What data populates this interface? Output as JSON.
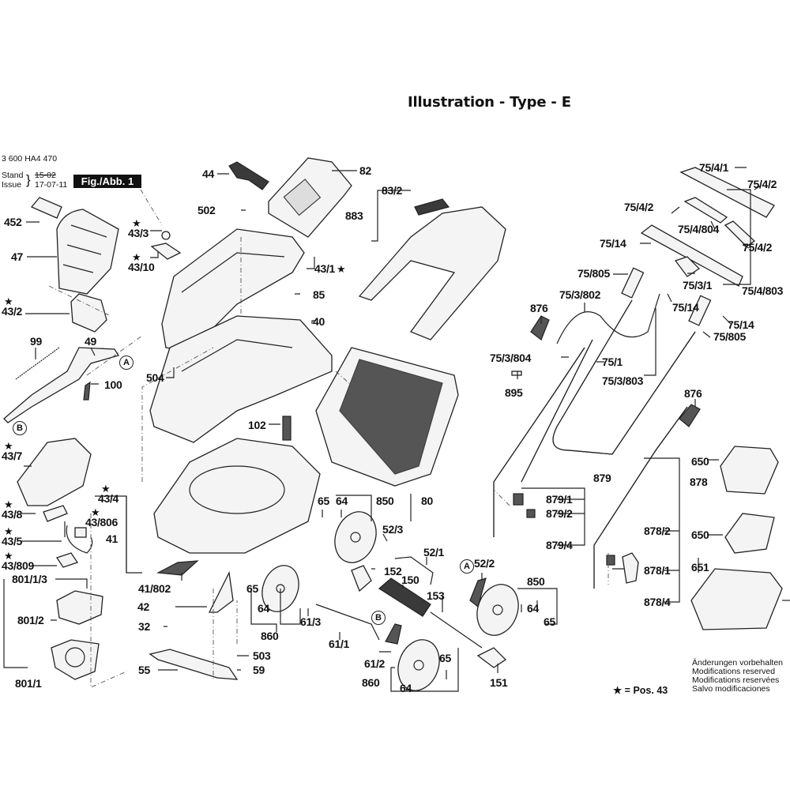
{
  "header": {
    "title": "Illustration - Type - E",
    "part_number": "3 600 HA4 470",
    "stand_label": "Stand",
    "issue_label": "Issue",
    "stand_struck_value": "15-02",
    "issue_value": "17-07-11",
    "figure_badge": "Fig./Abb. 1"
  },
  "footer": {
    "notes": [
      "Änderungen vorbehalten",
      "Modifications reserved",
      "Modifications reservées",
      "Salvo modificaciones"
    ],
    "legend": "★ = Pos. 43"
  },
  "reference_markers": [
    "A",
    "B"
  ],
  "labels": {
    "p44": "44",
    "p82": "82",
    "p83_2": "83/2",
    "p883": "883",
    "p502": "502",
    "p452": "452",
    "p43_3": "43/3",
    "p43_10": "43/10",
    "p47": "47",
    "p43_1": "43/1",
    "p85": "85",
    "p43_2": "43/2",
    "p40": "40",
    "p99": "99",
    "p49": "49",
    "p504": "504",
    "p100": "100",
    "p102": "102",
    "p43_7": "43/7",
    "p43_4": "43/4",
    "p43_8": "43/8",
    "p43_806": "43/806",
    "p43_5": "43/5",
    "p41": "41",
    "p43_809": "43/809",
    "p801_1_3": "801/1/3",
    "p801_2": "801/2",
    "p801_1": "801/1",
    "p41_802": "41/802",
    "p42": "42",
    "p32": "32",
    "p55": "55",
    "p503": "503",
    "p59": "59",
    "p65a": "65",
    "p64a": "64",
    "p850a": "850",
    "p80": "80",
    "p52_3": "52/3",
    "p52_1": "52/1",
    "p152": "152",
    "p150": "150",
    "p153": "153",
    "p52_2": "52/2",
    "p65b": "65",
    "p64b": "64",
    "p860a": "860",
    "p61_3": "61/3",
    "p61_1": "61/1",
    "p61_2": "61/2",
    "p860b": "860",
    "p64c": "64",
    "p65c": "65",
    "p151": "151",
    "p850b": "850",
    "p64d": "64",
    "p65d": "65",
    "p75_4_1": "75/4/1",
    "p75_4_2a": "75/4/2",
    "p75_4_2b": "75/4/2",
    "p75_4_804": "75/4/804",
    "p75_14a": "75/14",
    "p75_4_2c": "75/4/2",
    "p75_805a": "75/805",
    "p75_3_1": "75/3/1",
    "p75_4_803": "75/4/803",
    "p75_3_802": "75/3/802",
    "p876a": "876",
    "p75_14b": "75/14",
    "p75_14c": "75/14",
    "p75_805b": "75/805",
    "p75_3_804": "75/3/804",
    "p75_1": "75/1",
    "p75_3_803": "75/3/803",
    "p895": "895",
    "p876b": "876",
    "p879": "879",
    "p879_1": "879/1",
    "p879_2": "879/2",
    "p879_4": "879/4",
    "p878": "878",
    "p878_2": "878/2",
    "p878_1": "878/1",
    "p878_4": "878/4",
    "p650a": "650",
    "p650b": "650",
    "p651": "651"
  },
  "star_symbol": "★"
}
